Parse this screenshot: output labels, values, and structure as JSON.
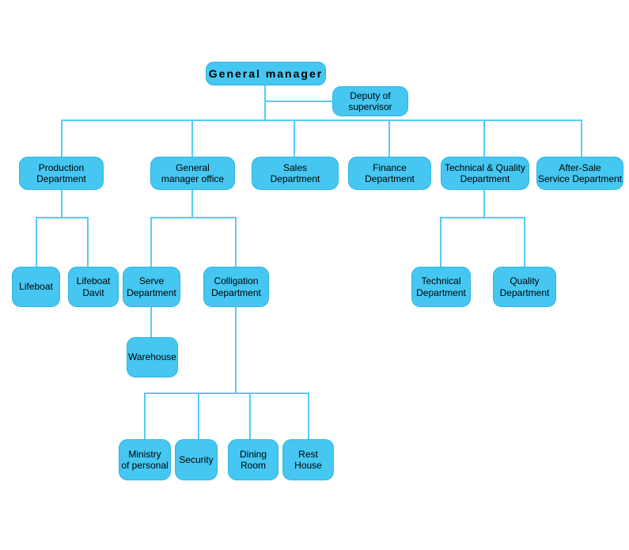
{
  "diagram_type": "organizational-chart",
  "colors": {
    "node_fill": "#45c7f2",
    "node_border": "#2fb4e4",
    "connector_line": "#56cbf7",
    "text": "#000000",
    "background": "#ffffff"
  },
  "nodes": {
    "general_manager": {
      "label": "General manager"
    },
    "deputy": {
      "label": "Deputy of\nsupervisor"
    },
    "production": {
      "label": "Production\nDepartment"
    },
    "gm_office": {
      "label": "General\nmanager office"
    },
    "sales": {
      "label": "Sales\nDepartment"
    },
    "finance": {
      "label": "Finance\nDepartment"
    },
    "tech_quality": {
      "label": "Technical & Quality\nDepartment"
    },
    "after_sale": {
      "label": "After-Sale\nService Department"
    },
    "lifeboat": {
      "label": "Lifeboat"
    },
    "lifeboat_davit": {
      "label": "Lifeboat\nDavit"
    },
    "serve": {
      "label": "Serve\nDepartment"
    },
    "colligation": {
      "label": "Colligation\nDepartment"
    },
    "technical": {
      "label": "Technical\nDepartment"
    },
    "quality": {
      "label": "Quality\nDepartment"
    },
    "warehouse": {
      "label": "Warehouse"
    },
    "ministry": {
      "label": "Ministry\nof personal"
    },
    "security": {
      "label": "Security"
    },
    "dining": {
      "label": "Dining\nRoom"
    },
    "rest": {
      "label": "Rest\nHouse"
    }
  },
  "edges": [
    [
      "general_manager",
      "deputy"
    ],
    [
      "general_manager",
      "production"
    ],
    [
      "general_manager",
      "gm_office"
    ],
    [
      "general_manager",
      "sales"
    ],
    [
      "general_manager",
      "finance"
    ],
    [
      "general_manager",
      "tech_quality"
    ],
    [
      "general_manager",
      "after_sale"
    ],
    [
      "production",
      "lifeboat"
    ],
    [
      "production",
      "lifeboat_davit"
    ],
    [
      "gm_office",
      "serve"
    ],
    [
      "gm_office",
      "colligation"
    ],
    [
      "serve",
      "warehouse"
    ],
    [
      "colligation",
      "ministry"
    ],
    [
      "colligation",
      "security"
    ],
    [
      "colligation",
      "dining"
    ],
    [
      "colligation",
      "rest"
    ],
    [
      "tech_quality",
      "technical"
    ],
    [
      "tech_quality",
      "quality"
    ]
  ]
}
